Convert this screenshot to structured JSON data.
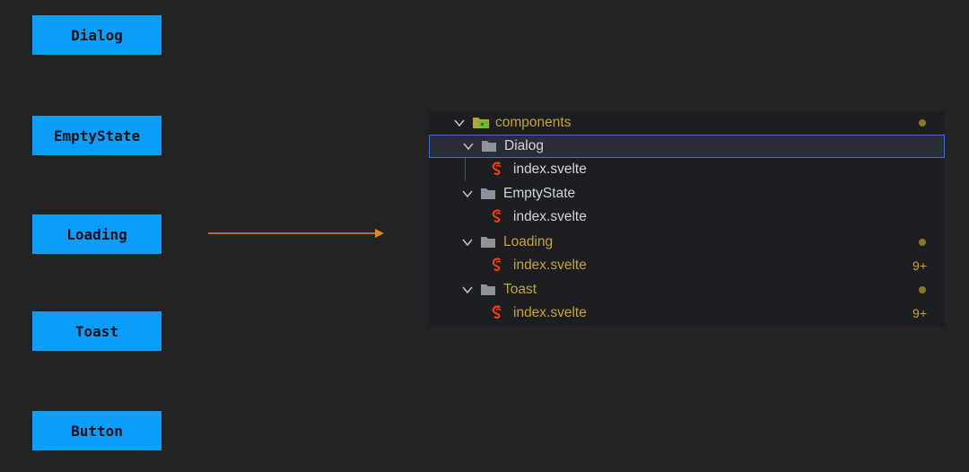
{
  "components": [
    {
      "label": "Dialog"
    },
    {
      "label": "EmptyState"
    },
    {
      "label": "Loading"
    },
    {
      "label": "Toast"
    },
    {
      "label": "Button"
    }
  ],
  "colors": {
    "background": "#232326",
    "box": "#0a9dfb",
    "arrow": "#e8871e",
    "modified": "#c5a32a",
    "selection_border": "#3a72c9"
  },
  "explorer": {
    "root": {
      "label": "components",
      "icon": "folder-open-icon",
      "modified": true
    },
    "folders": [
      {
        "label": "Dialog",
        "selected": true,
        "modified": false,
        "file": {
          "label": "index.svelte",
          "modified": false,
          "badge": ""
        }
      },
      {
        "label": "EmptyState",
        "selected": false,
        "modified": false,
        "file": {
          "label": "index.svelte",
          "modified": false,
          "badge": ""
        }
      },
      {
        "label": "Loading",
        "selected": false,
        "modified": true,
        "file": {
          "label": "index.svelte",
          "modified": true,
          "badge": "9+"
        }
      },
      {
        "label": "Toast",
        "selected": false,
        "modified": true,
        "file": {
          "label": "index.svelte",
          "modified": true,
          "badge": "9+"
        }
      }
    ]
  }
}
